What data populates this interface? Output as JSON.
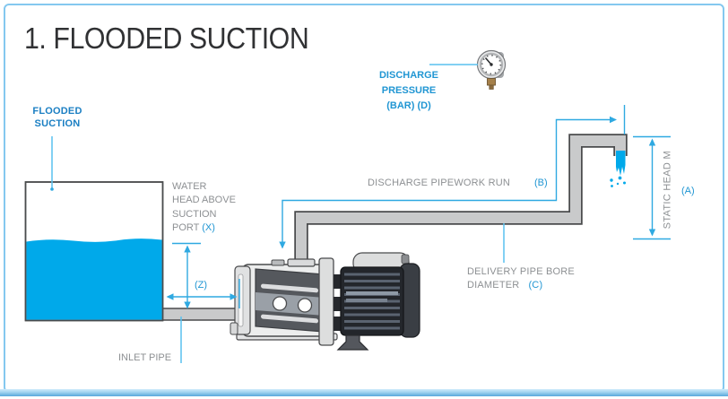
{
  "title": "1. FLOODED SUCTION",
  "colors": {
    "water": "#00a9ea",
    "dimension_blue": "#2fa9e1",
    "leader_blue": "#58c1ef",
    "label_blue": "#2196d3",
    "flooded_blue": "#1b7fc3",
    "text_gray": "#8d9093",
    "title_color": "#313234",
    "pipe_fill": "#c9cacb",
    "pipe_outline": "#4a4b4d",
    "frame_border": "#84c8ef",
    "frame_bottom": "#57a7db"
  },
  "labels": {
    "flooded_suction_l1": "FLOODED",
    "flooded_suction_l2": "SUCTION",
    "water_head_l1": "WATER",
    "water_head_l2": "HEAD ABOVE",
    "water_head_l3": "SUCTION",
    "water_head_l4": "PORT",
    "water_head_ref": "(X)",
    "z_ref": "(Z)",
    "inlet_pipe": "INLET PIPE",
    "discharge_pressure_l1": "DISCHARGE",
    "discharge_pressure_l2": "PRESSURE",
    "discharge_pressure_l3": "(BAR) (D)",
    "discharge_run": "DISCHARGE PIPEWORK RUN",
    "discharge_run_ref": "(B)",
    "delivery_l1": "DELIVERY PIPE BORE",
    "delivery_l2": "DIAMETER",
    "delivery_ref": "(C)",
    "static_head": "STATIC HEAD M",
    "static_head_ref": "(A)"
  },
  "icons": {
    "pressure_gauge": "pressure-gauge-icon"
  }
}
